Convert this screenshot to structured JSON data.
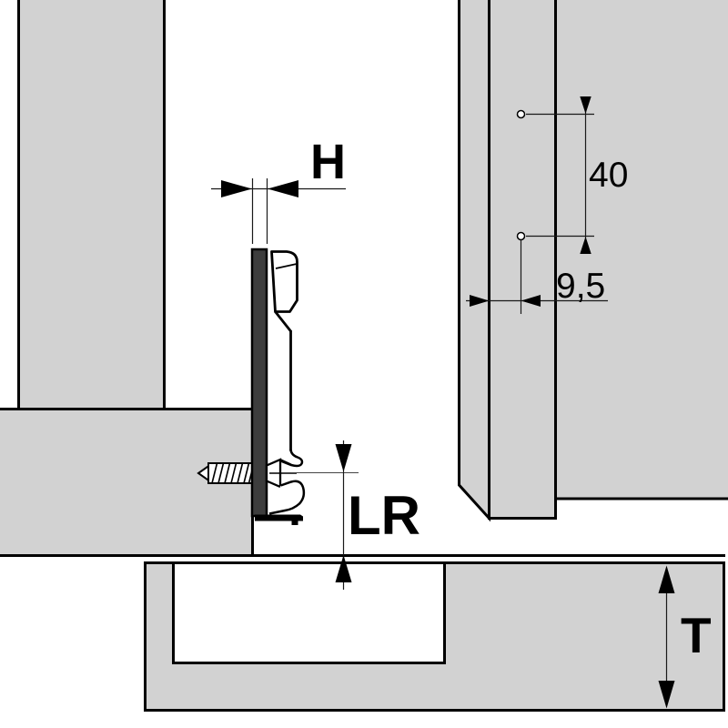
{
  "drawing": {
    "type": "technical-cross-section",
    "subject": "hinge mounting plate installation drawing",
    "dimensions": {
      "plate_height": {
        "label": "H",
        "meaning": "mounting plate thickness"
      },
      "hole_spacing": {
        "label": "40",
        "meaning": "system hole spacing"
      },
      "hole_edge_distance": {
        "label": "9,5",
        "meaning": "hole distance from panel front edge"
      },
      "bottom_reference": {
        "label": "LR",
        "meaning": "distance plate axis to cabinet bottom"
      },
      "panel_thickness": {
        "label": "T",
        "meaning": "bottom panel thickness"
      }
    },
    "colors": {
      "panel_fill": "#d2d2d2",
      "spacer_fill": "#3d3d3d",
      "line": "#000000",
      "thin_line": "#1a1a1a",
      "background": "#ffffff"
    }
  }
}
